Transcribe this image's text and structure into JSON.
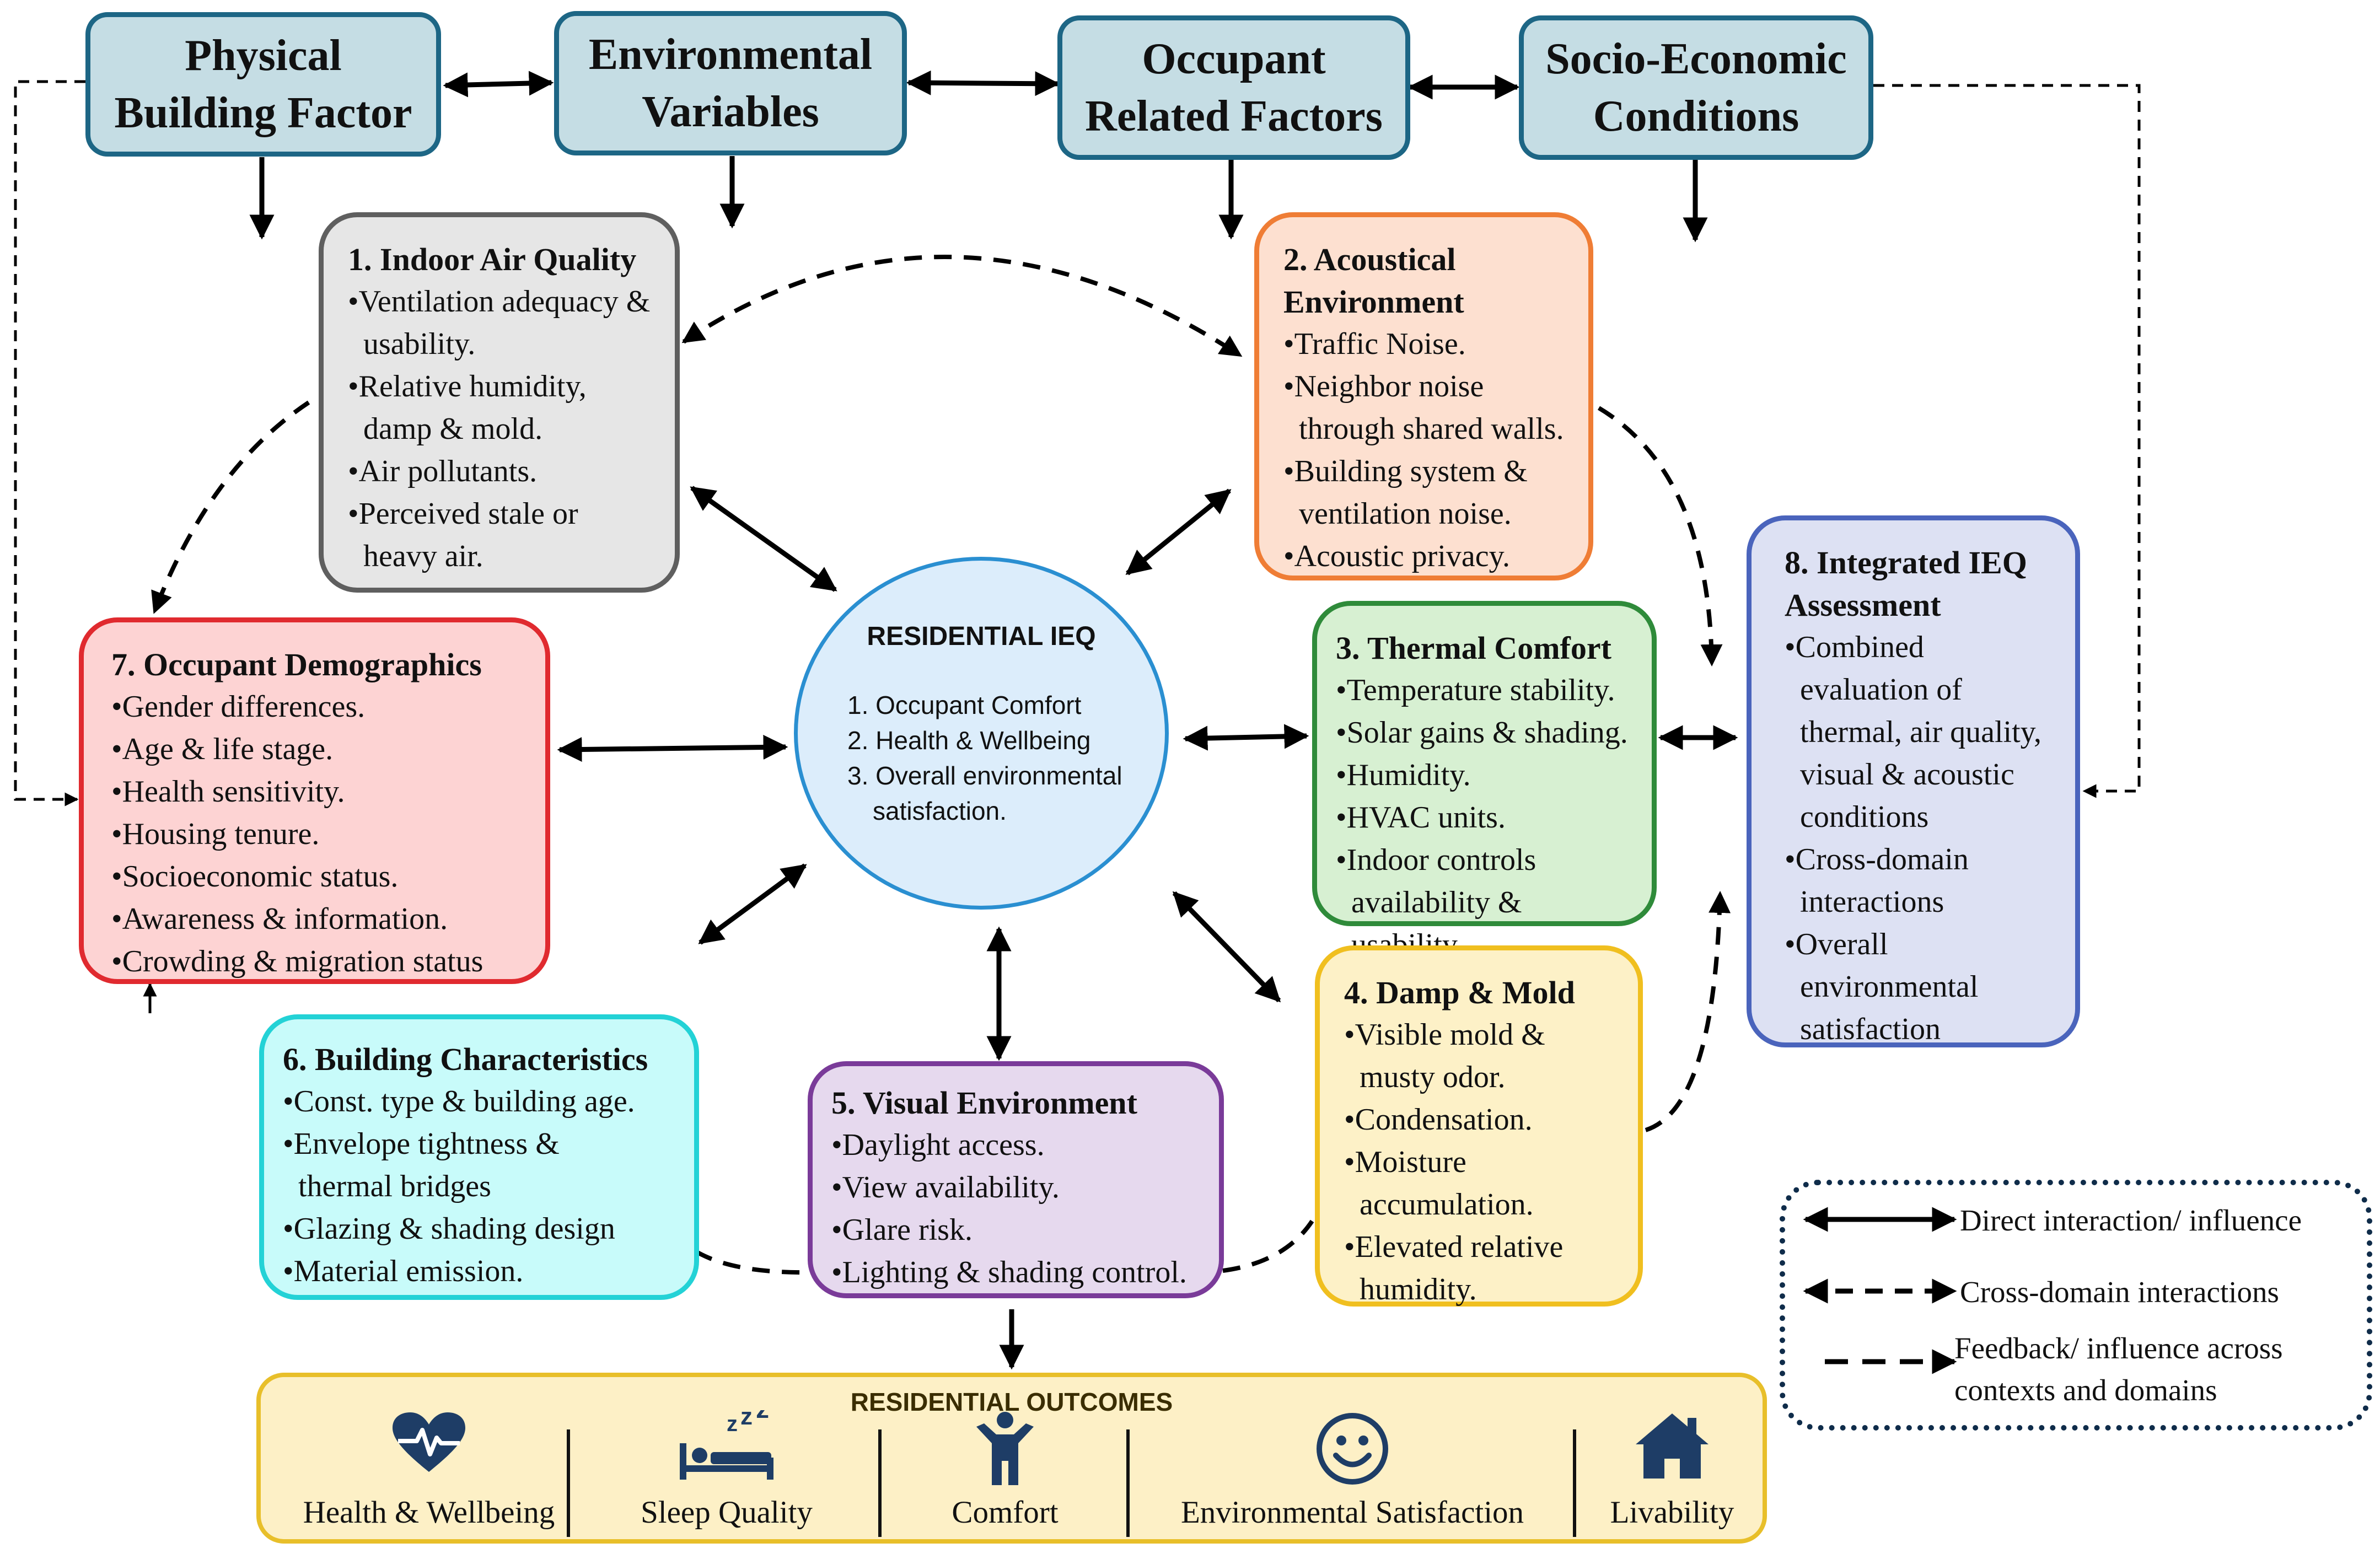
{
  "top_factors": [
    {
      "label": "Physical\nBuilding Factor"
    },
    {
      "label": "Environmental\nVariables"
    },
    {
      "label": "Occupant\nRelated Factors"
    },
    {
      "label": "Socio-Economic\nConditions"
    }
  ],
  "center": {
    "title": "RESIDENTIAL IEQ",
    "items": [
      "1. Occupant Comfort",
      "2. Health & Wellbeing",
      "3. Overall environmental\nsatisfaction."
    ]
  },
  "domains": {
    "iaq": {
      "title": "1. Indoor Air Quality",
      "bullets": [
        "Ventilation adequacy &\nusability.",
        "Relative humidity,\ndamp & mold.",
        "Air pollutants.",
        "Perceived stale or\nheavy air."
      ]
    },
    "acoustic": {
      "title": "2. Acoustical\n  Environment",
      "bullets": [
        "Traffic Noise.",
        "Neighbor noise\nthrough shared walls.",
        "Building system &\nventilation noise.",
        "Acoustic privacy."
      ]
    },
    "thermal": {
      "title": "3. Thermal Comfort",
      "bullets": [
        "Temperature stability.",
        "Solar gains & shading.",
        "Humidity.",
        "HVAC units.",
        "Indoor controls\navailability & usability."
      ]
    },
    "damp": {
      "title": "4. Damp & Mold",
      "bullets": [
        "Visible mold &\nmusty odor.",
        "Condensation.",
        "Moisture\naccumulation.",
        "Elevated relative\nhumidity."
      ]
    },
    "visual": {
      "title": "5. Visual Environment",
      "bullets": [
        "Daylight access.",
        "View availability.",
        "Glare risk.",
        "Lighting & shading control."
      ]
    },
    "building": {
      "title": "6. Building Characteristics",
      "bullets": [
        "Const. type & building age.",
        "Envelope tightness &\nthermal bridges",
        "Glazing & shading design",
        "Material emission."
      ]
    },
    "demographics": {
      "title": "7. Occupant Demographics",
      "bullets": [
        "Gender differences.",
        "Age & life stage.",
        "Health sensitivity.",
        "Housing tenure.",
        "Socioeconomic status.",
        "Awareness & information.",
        "Crowding & migration status"
      ]
    },
    "integrated": {
      "title": "8. Integrated IEQ\nAssessment",
      "bullets": [
        "Combined\nevaluation of\nthermal, air quality,\nvisual & acoustic\nconditions",
        "Cross-domain\ninteractions",
        "Overall\nenvironmental\nsatisfaction"
      ]
    }
  },
  "outcomes": {
    "title": "RESIDENTIAL OUTCOMES",
    "items": [
      {
        "label": "Health & Wellbeing",
        "icon": "heartbeat-icon"
      },
      {
        "label": "Sleep Quality",
        "icon": "bed-sleep-icon"
      },
      {
        "label": "Comfort",
        "icon": "person-icon"
      },
      {
        "label": "Environmental Satisfaction",
        "icon": "smiley-icon"
      },
      {
        "label": "Livability",
        "icon": "house-icon"
      }
    ]
  },
  "legend": [
    {
      "label": "Direct interaction/ influence"
    },
    {
      "label": "Cross-domain interactions"
    },
    {
      "label": "Feedback/  influence  across\ncontexts and domains"
    }
  ],
  "colors": {
    "top_fill": "#c5dde4",
    "top_border": "#1d6685",
    "iaq_fill": "#e6e6e6",
    "iaq_border": "#5f5f5f",
    "acoustic_fill": "#fde0d0",
    "acoustic_border": "#ef7d35",
    "thermal_fill": "#d7f0d2",
    "thermal_border": "#2f8b3a",
    "damp_fill": "#fdf1c7",
    "damp_border": "#f0bf1f",
    "visual_fill": "#e6d9ee",
    "visual_border": "#7a3b99",
    "building_fill": "#c8fbfa",
    "building_border": "#23d2d6",
    "demographics_fill": "#fdd3d3",
    "demographics_border": "#e02a2f",
    "integrated_fill": "#dde1f3",
    "integrated_border": "#4a64bc",
    "center_fill": "#dcedfb",
    "center_border": "#2a8fd1",
    "outcome_icon": "#1e3d66"
  }
}
